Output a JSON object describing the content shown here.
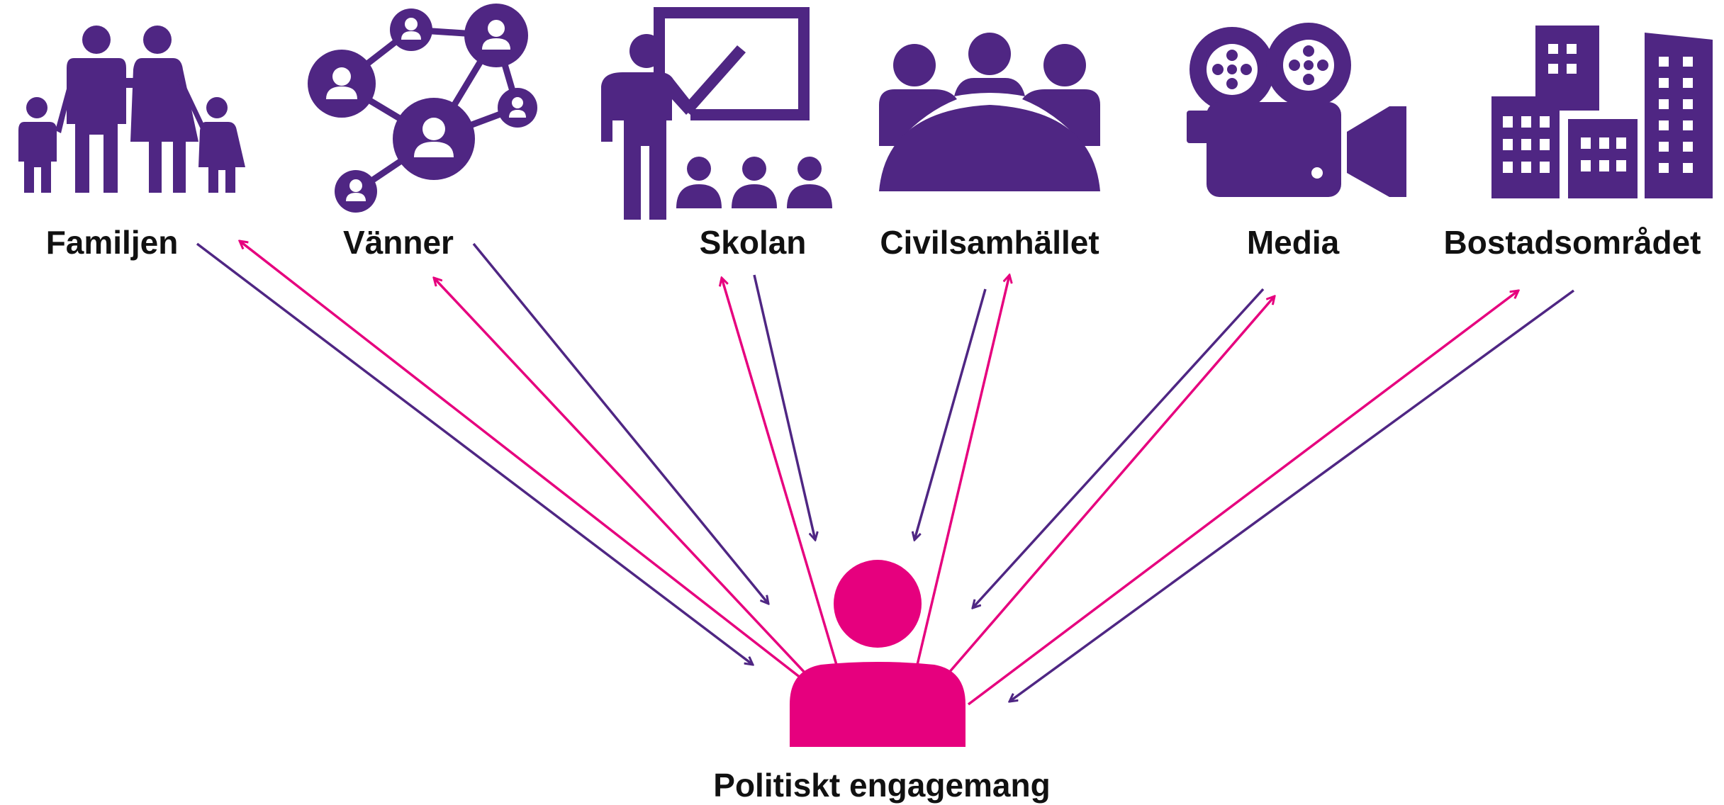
{
  "colors": {
    "purple": "#4f2683",
    "magenta": "#e6007e",
    "text": "#111111",
    "background": "#ffffff"
  },
  "center": {
    "label": "Politiskt engagemang",
    "icon": "person-icon"
  },
  "sources": [
    {
      "key": "familjen",
      "label": "Familjen",
      "icon": "family-icon"
    },
    {
      "key": "vanner",
      "label": "Vänner",
      "icon": "network-icon"
    },
    {
      "key": "skolan",
      "label": "Skolan",
      "icon": "classroom-icon"
    },
    {
      "key": "civilsamhallet",
      "label": "Civilsamhället",
      "icon": "community-icon"
    },
    {
      "key": "media",
      "label": "Media",
      "icon": "film-camera-icon"
    },
    {
      "key": "bostadsomradet",
      "label": "Bostadsområdet",
      "icon": "buildings-icon"
    }
  ],
  "arrows": {
    "inbound_color": "purple",
    "outbound_color": "magenta"
  }
}
